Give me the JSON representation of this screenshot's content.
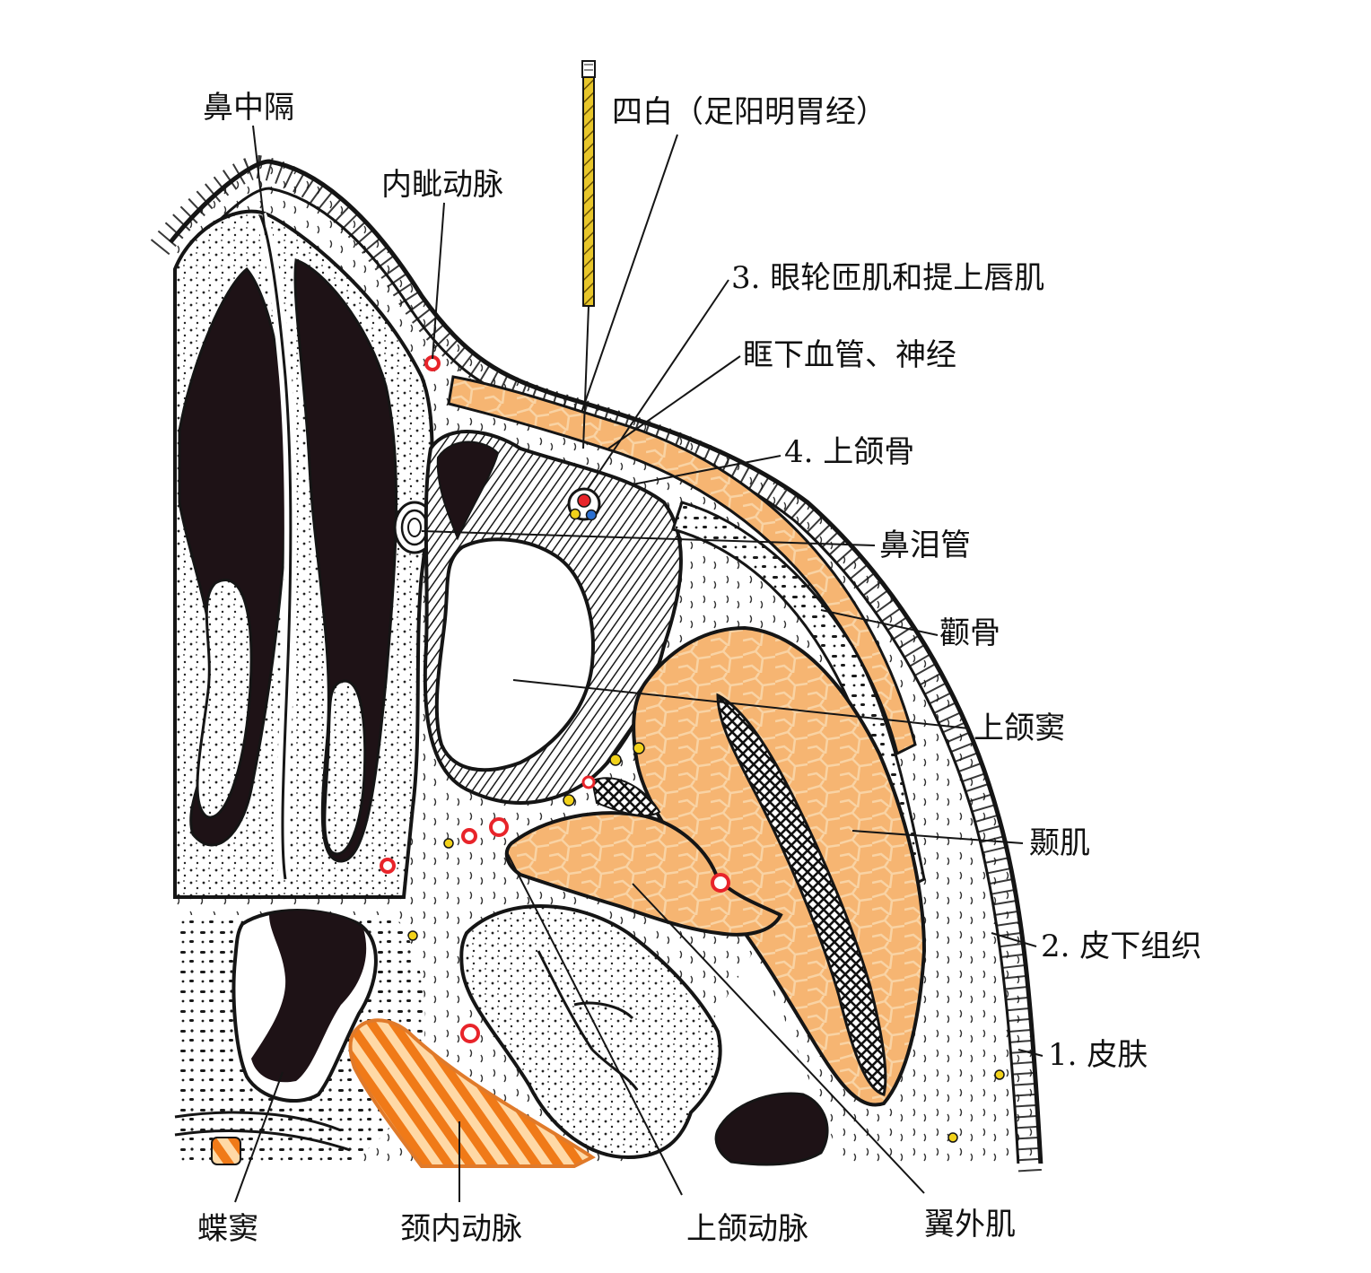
{
  "labels": {
    "nasal_septum": "鼻中隔",
    "medial_canthal_artery": "内眦动脉",
    "acupoint": "四白（足阳明胃经）",
    "layer3": "3. 眼轮匝肌和提上唇肌",
    "infraorbital": "眶下血管、神经",
    "layer4": "4. 上颌骨",
    "nasolacrimal": "鼻泪管",
    "zygomatic": "颧骨",
    "maxillary_sinus": "上颌窦",
    "temporalis": "颞肌",
    "layer2": "2. 皮下组织",
    "layer1": "1. 皮肤",
    "sphenoid_sinus": "蝶窦",
    "internal_carotid": "颈内动脉",
    "maxillary_artery": "上颌动脉",
    "lateral_pterygoid": "翼外肌"
  },
  "colors": {
    "muscle": "#f6b572",
    "muscle_edge": "#e07a2a",
    "artery": "#e8242a",
    "vein": "#2a6fd1",
    "nerve": "#f2d21a",
    "outline": "#151515",
    "needle": "#e8c62a",
    "dark_tissue": "#1e1216"
  }
}
